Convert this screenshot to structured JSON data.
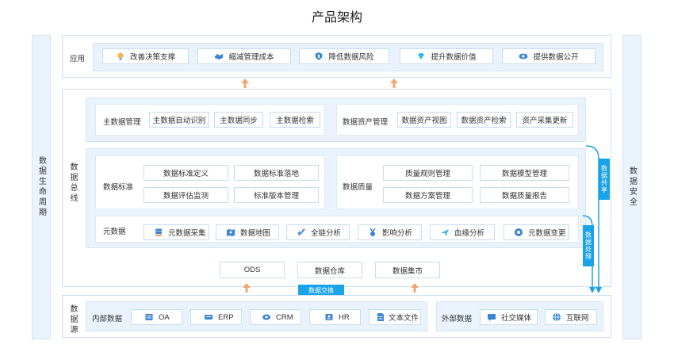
{
  "title": "产品架构",
  "left_bar": "数据生命周期",
  "right_bar": "数据安全",
  "app_layer": {
    "label": "应用",
    "items": [
      "改善决策支撑",
      "缩减管理成本",
      "降低数据风险",
      "提升数据价值",
      "提供数据公开"
    ]
  },
  "bus": {
    "label": "数据总线",
    "master": {
      "label": "主数据管理",
      "items": [
        "主数据自动识别",
        "主数据同步",
        "主数据检索"
      ]
    },
    "asset": {
      "label": "数据资产管理",
      "items": [
        "数据资产视图",
        "数据资产检索",
        "资产采集更新"
      ]
    },
    "standard": {
      "label": "数据标准",
      "items": [
        "数据标准定义",
        "数据标准落地",
        "数据评估监测",
        "标准版本管理"
      ]
    },
    "quality": {
      "label": "数据质量",
      "items": [
        "质量规则管理",
        "数据模型管理",
        "数据方案管理",
        "数据质量报告"
      ]
    },
    "meta": {
      "label": "元数据",
      "items": [
        "元数据采集",
        "数据地图",
        "全链分析",
        "影响分析",
        "血缘分析",
        "元数据变更"
      ]
    },
    "storage": [
      "ODS",
      "数据仓库",
      "数据集市"
    ]
  },
  "tags": {
    "share": "数据共享",
    "process": "数据处理",
    "exchange": "数据交换"
  },
  "source": {
    "label": "数据源",
    "internal": {
      "label": "内部数据",
      "items": [
        "OA",
        "ERP",
        "CRM",
        "HR",
        "文本文件"
      ]
    },
    "external": {
      "label": "外部数据",
      "items": [
        "社交媒体",
        "互联网"
      ]
    }
  },
  "colors": {
    "accent": "#1aa3e8",
    "arrow": "#f4a46a",
    "panel_bg": "#eaf3fb",
    "border": "#c6ddf0"
  }
}
